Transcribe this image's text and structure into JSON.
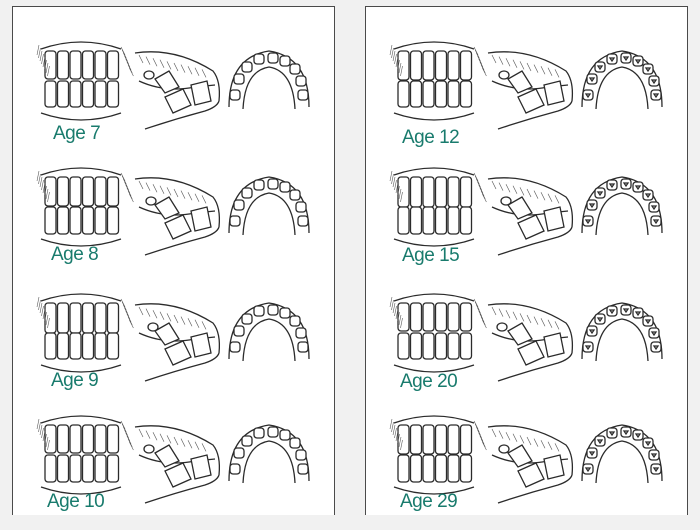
{
  "panels": [
    {
      "rows": [
        {
          "label": "Age 7"
        },
        {
          "label": "Age 8"
        },
        {
          "label": "Age 9"
        },
        {
          "label": "Age 10"
        }
      ]
    },
    {
      "rows": [
        {
          "label": "Age 12"
        },
        {
          "label": "Age 15"
        },
        {
          "label": "Age 20"
        },
        {
          "label": "Age 29"
        }
      ]
    }
  ],
  "colors": {
    "label": "#197b6d",
    "ink": "#2b2b2b",
    "background": "#f1f1f1",
    "panel": "#ffffff"
  }
}
